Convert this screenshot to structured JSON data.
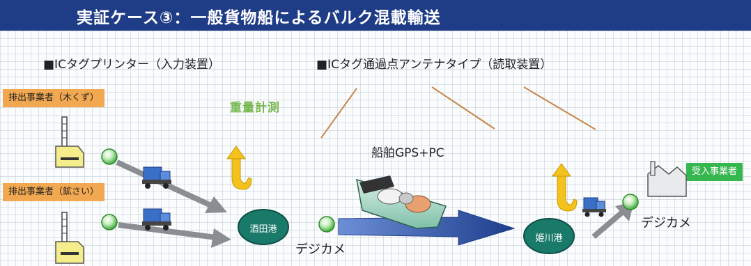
{
  "title": "実証ケース③：一般貨物船によるバルク混載輸送",
  "headings": {
    "printer": "■ICタグプリンター（入力装置）",
    "antenna": "■ICタグ通過点アンテナタイプ（読取装置）"
  },
  "sources": [
    {
      "label": "排出事業者（木くず）"
    },
    {
      "label": "排出事業者（鉱さい）"
    }
  ],
  "receiver": {
    "label": "受入事業者"
  },
  "weighing_label": "重量計測",
  "ship_label": "船舶GPS+PC",
  "ports": {
    "origin": "酒田港",
    "destination": "姫川港"
  },
  "camera_labels": {
    "origin": "デジカメ",
    "destination": "デジカメ"
  },
  "colors": {
    "title_bg": "#1f3c86",
    "source_tag": "#f2a850",
    "receiver_tag": "#36b64f",
    "port_fill": "#1a7a6a",
    "weighing_text": "#76b84f",
    "scale_arrow": "#f4c21c",
    "flow_arrow": "#2a4fa0",
    "truck_arrow": "#8a8d91",
    "antenna_line": "#c8864a",
    "tag_node": "#3daa3a"
  }
}
